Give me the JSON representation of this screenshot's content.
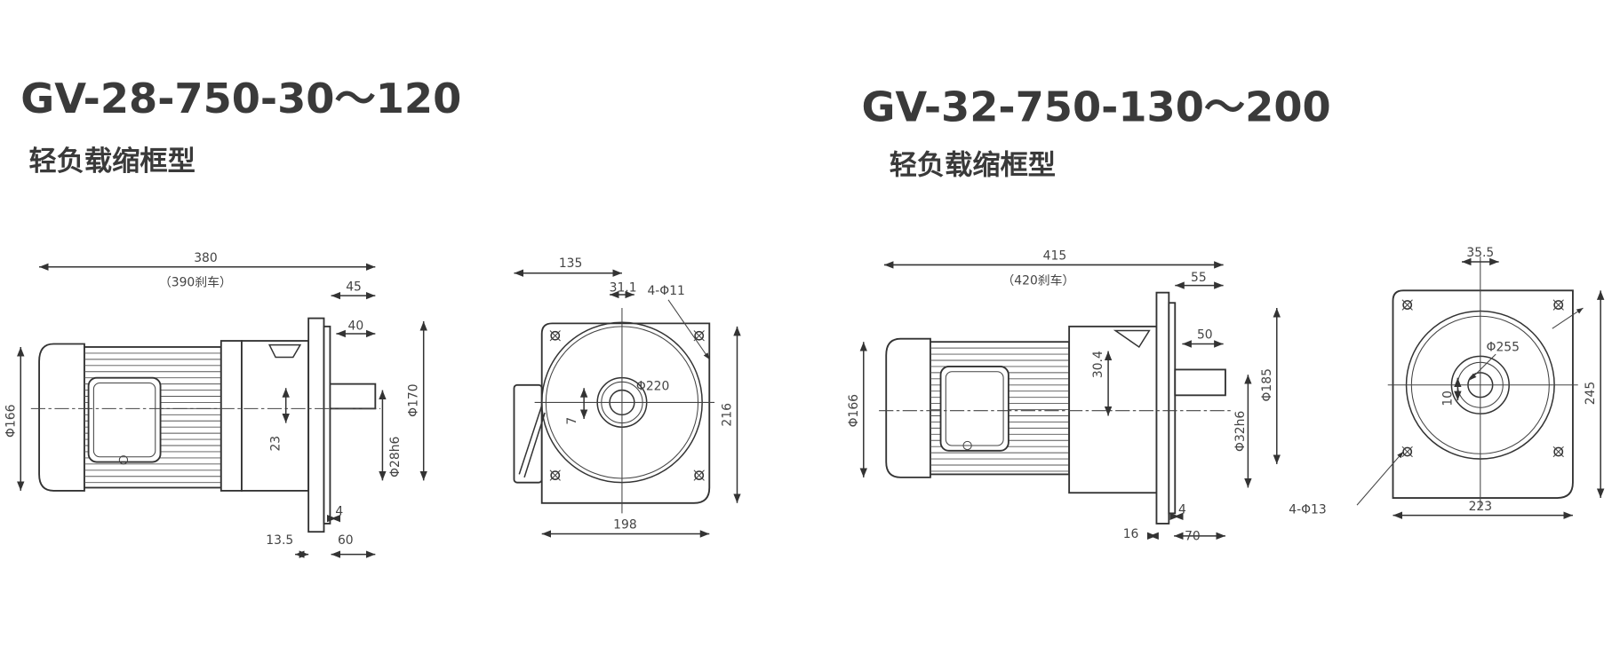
{
  "drawing1": {
    "title": "GV-28-750-30～120",
    "subtitle": "轻负载缩框型",
    "dims": {
      "overall": "380",
      "overall_brake": "（390刹车）",
      "d45": "45",
      "d40": "40",
      "phi166": "Φ166",
      "phi170": "Φ170",
      "phi28": "Φ28h6",
      "d23": "23",
      "d4": "4",
      "d13_5": "13.5",
      "d60": "60",
      "d135": "135",
      "d31_1": "31.1",
      "holes": "4-Φ11",
      "phi220": "Φ220",
      "d7": "7",
      "d216": "216",
      "d198": "198"
    }
  },
  "drawing2": {
    "title": "GV-32-750-130～200",
    "subtitle": "轻负载缩框型",
    "dims": {
      "overall": "415",
      "overall_brake": "（420刹车）",
      "d55": "55",
      "d50": "50",
      "phi166": "Φ166",
      "d30_4": "30.4",
      "phi185": "Φ185",
      "phi32": "Φ32h6",
      "d4": "4",
      "d16": "16",
      "d70": "70",
      "d35_5": "35.5",
      "phi255": "Φ255",
      "d10": "10",
      "d245": "245",
      "d223": "223",
      "holes": "4-Φ13"
    }
  }
}
